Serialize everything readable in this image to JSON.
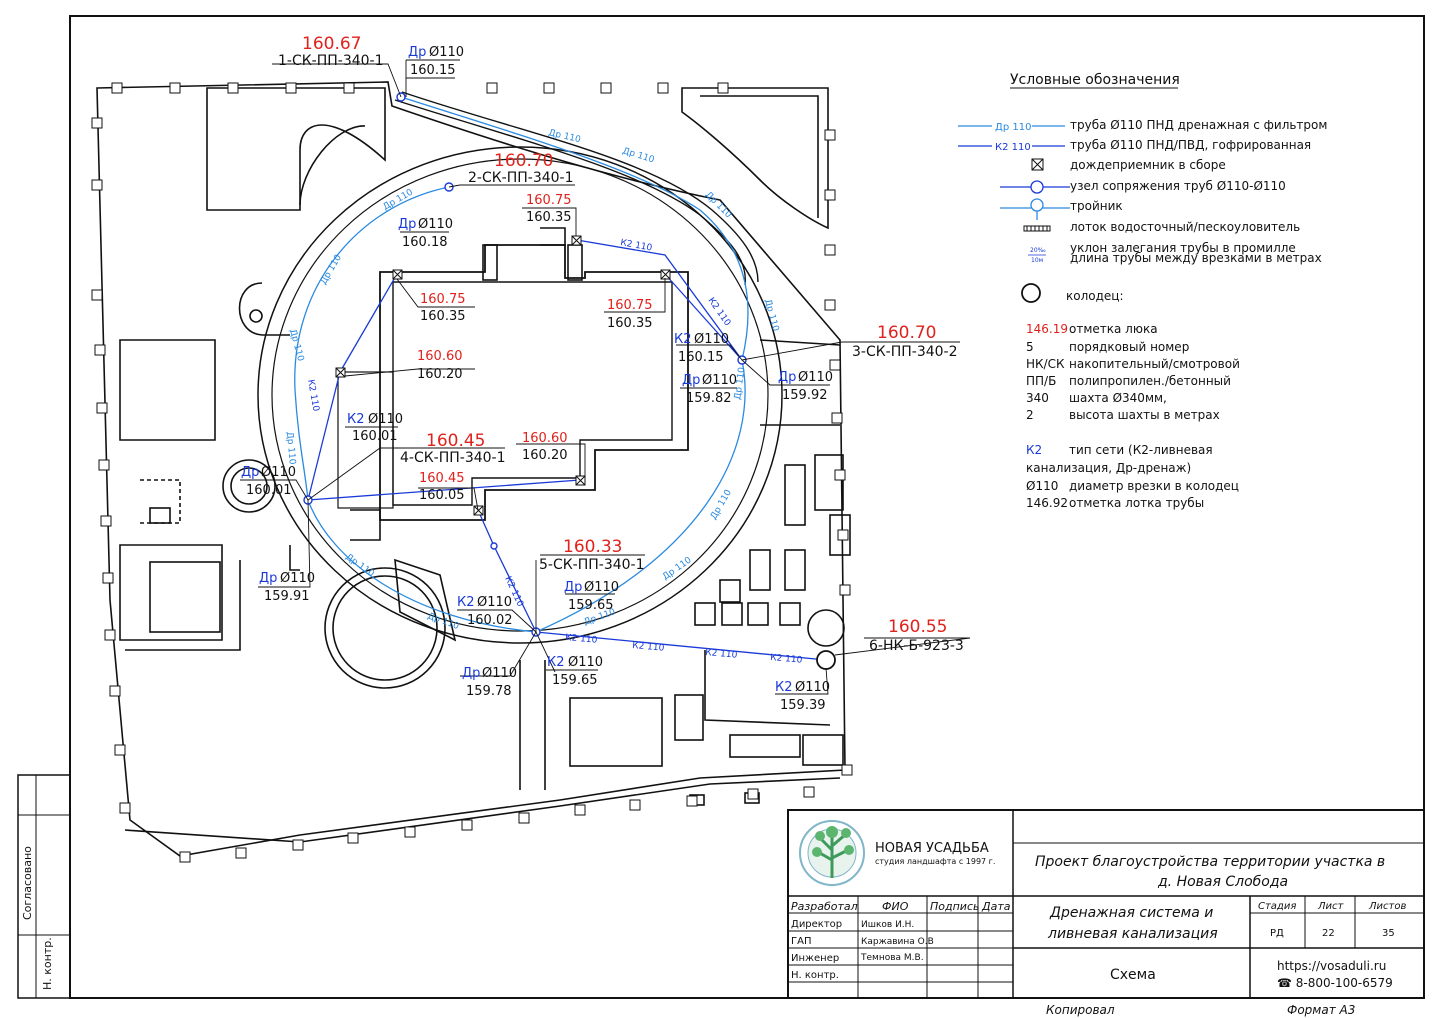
{
  "nodes": [
    {
      "id": "n1",
      "hatch": "160.67",
      "code": "1-СК-ПП-340-1",
      "inlets": [
        {
          "net": "Др",
          "dia": "Ø110",
          "mark": "160.15"
        }
      ]
    },
    {
      "id": "n2",
      "hatch": "160.70",
      "code": "2-СК-ПП-340-1",
      "inlets": [
        {
          "net": "Др",
          "dia": "Ø110",
          "mark": "160.18"
        }
      ]
    },
    {
      "id": "n3",
      "hatch": "160.70",
      "code": "3-СК-ПП-340-2",
      "inlets": [
        {
          "net": "К2",
          "dia": "Ø110",
          "mark": "160.15"
        },
        {
          "net": "Др",
          "dia": "Ø110",
          "mark": "159.82"
        },
        {
          "net": "Др",
          "dia": "Ø110",
          "mark": "159.92"
        }
      ]
    },
    {
      "id": "n4",
      "hatch": "160.45",
      "code": "4-СК-ПП-340-1",
      "inlets": [
        {
          "net": "К2",
          "dia": "Ø110",
          "mark": "160.01"
        },
        {
          "net": "Др",
          "dia": "Ø110",
          "mark": "160.01"
        }
      ]
    },
    {
      "id": "n5",
      "hatch": "160.33",
      "code": "5-СК-ПП-340-1",
      "inlets": [
        {
          "net": "Др",
          "dia": "Ø110",
          "mark": "159.65"
        },
        {
          "net": "К2",
          "dia": "Ø110",
          "mark": "160.02"
        },
        {
          "net": "Др",
          "dia": "Ø110",
          "mark": "159.78"
        },
        {
          "net": "К2",
          "dia": "Ø110",
          "mark": "159.65"
        }
      ]
    },
    {
      "id": "n6",
      "hatch": "160.55",
      "code": "6-НК-Б-923-3",
      "inlets": [
        {
          "net": "К2",
          "dia": "Ø110",
          "mark": "159.39"
        }
      ]
    }
  ],
  "misc_marks": [
    {
      "id": "m1",
      "top": "160.75",
      "bottom": "160.35"
    },
    {
      "id": "m2",
      "top": "160.75",
      "bottom": "160.35"
    },
    {
      "id": "m3",
      "top": "160.75",
      "bottom": "160.35"
    },
    {
      "id": "m4",
      "top": "160.60",
      "bottom": "160.20"
    },
    {
      "id": "m5",
      "top": "160.60",
      "bottom": "160.20"
    },
    {
      "id": "m6",
      "top": "160.45",
      "bottom": "160.05"
    },
    {
      "id": "m7",
      "top": "",
      "bottom": "159.91",
      "net": "Др",
      "dia": "Ø110"
    }
  ],
  "pipe_labels": {
    "dr": "Др 110",
    "k2": "К2 110"
  },
  "legend": {
    "title": "Условные обозначения",
    "items": [
      "труба Ø110 ПНД дренажная с фильтром",
      "труба Ø110 ПНД/ПВД, гофрированная",
      "дождеприемник в сборе",
      "узел сопряжения труб Ø110-Ø110",
      "тройник",
      "лоток водосточный/пескоуловитель",
      "уклон залегания трубы в промилле",
      "длина трубы между врезками в метрах",
      "колодец:"
    ],
    "sample_dr": "Др 110",
    "sample_k2": "К2 110",
    "sample_slope": "20‰",
    "sample_len": "10м",
    "notes": [
      {
        "k": "146.19",
        "v": "отметка люка",
        "red": true
      },
      {
        "k": "5",
        "v": "порядковый номер"
      },
      {
        "k": "НК/СК",
        "v": "накопительный/смотровой"
      },
      {
        "k": "ПП/Б",
        "v": "полипропилен./бетонный"
      },
      {
        "k": "340",
        "v": "шахта Ø340мм,"
      },
      {
        "k": "2",
        "v": "высота шахты в метрах"
      }
    ],
    "notes2": [
      {
        "k": "К2",
        "v": "тип сети (К2-ливневая",
        "blue": true
      },
      {
        "k": "",
        "v": "канализация, Др-дренаж)"
      },
      {
        "k": "Ø110",
        "v": "диаметр врезки в колодец"
      },
      {
        "k": "146.92",
        "v": "отметка лотка трубы"
      }
    ]
  },
  "title_block": {
    "brand": "НОВАЯ УСАДЬБА",
    "brand_sub": "студия ландшафта с 1997 г.",
    "project": "Проект благоустройства территории участка в",
    "project2": "д. Новая Слобода",
    "sheet_title": "Дренажная система и",
    "sheet_title2": "ливневая канализация",
    "drawing": "Схема",
    "headers": {
      "role": "Разработал",
      "name": "ФИО",
      "sign": "Подпись",
      "date": "Дата"
    },
    "rows": [
      {
        "role": "Директор",
        "name": "Ишков И.Н."
      },
      {
        "role": "ГАП",
        "name": "Каржавина О.В"
      },
      {
        "role": "Инженер",
        "name": "Темнова М.В."
      },
      {
        "role": "Н. контр.",
        "name": ""
      }
    ],
    "stage_h": "Стадия",
    "sheet_h": "Лист",
    "sheets_h": "Листов",
    "stage": "РД",
    "sheet": "22",
    "sheets": "35",
    "site": "https://vosaduli.ru",
    "phone": "☎ 8-800-100-6579",
    "copied": "Копировал",
    "format": "Формат  А3"
  },
  "side_stamp": {
    "agreed": "Согласовано",
    "nkontr": "Н. контр."
  },
  "colors": {
    "red": "#e0221c",
    "blue": "#1a3ad8",
    "lightblue": "#2a8ae0",
    "line": "#111111"
  }
}
